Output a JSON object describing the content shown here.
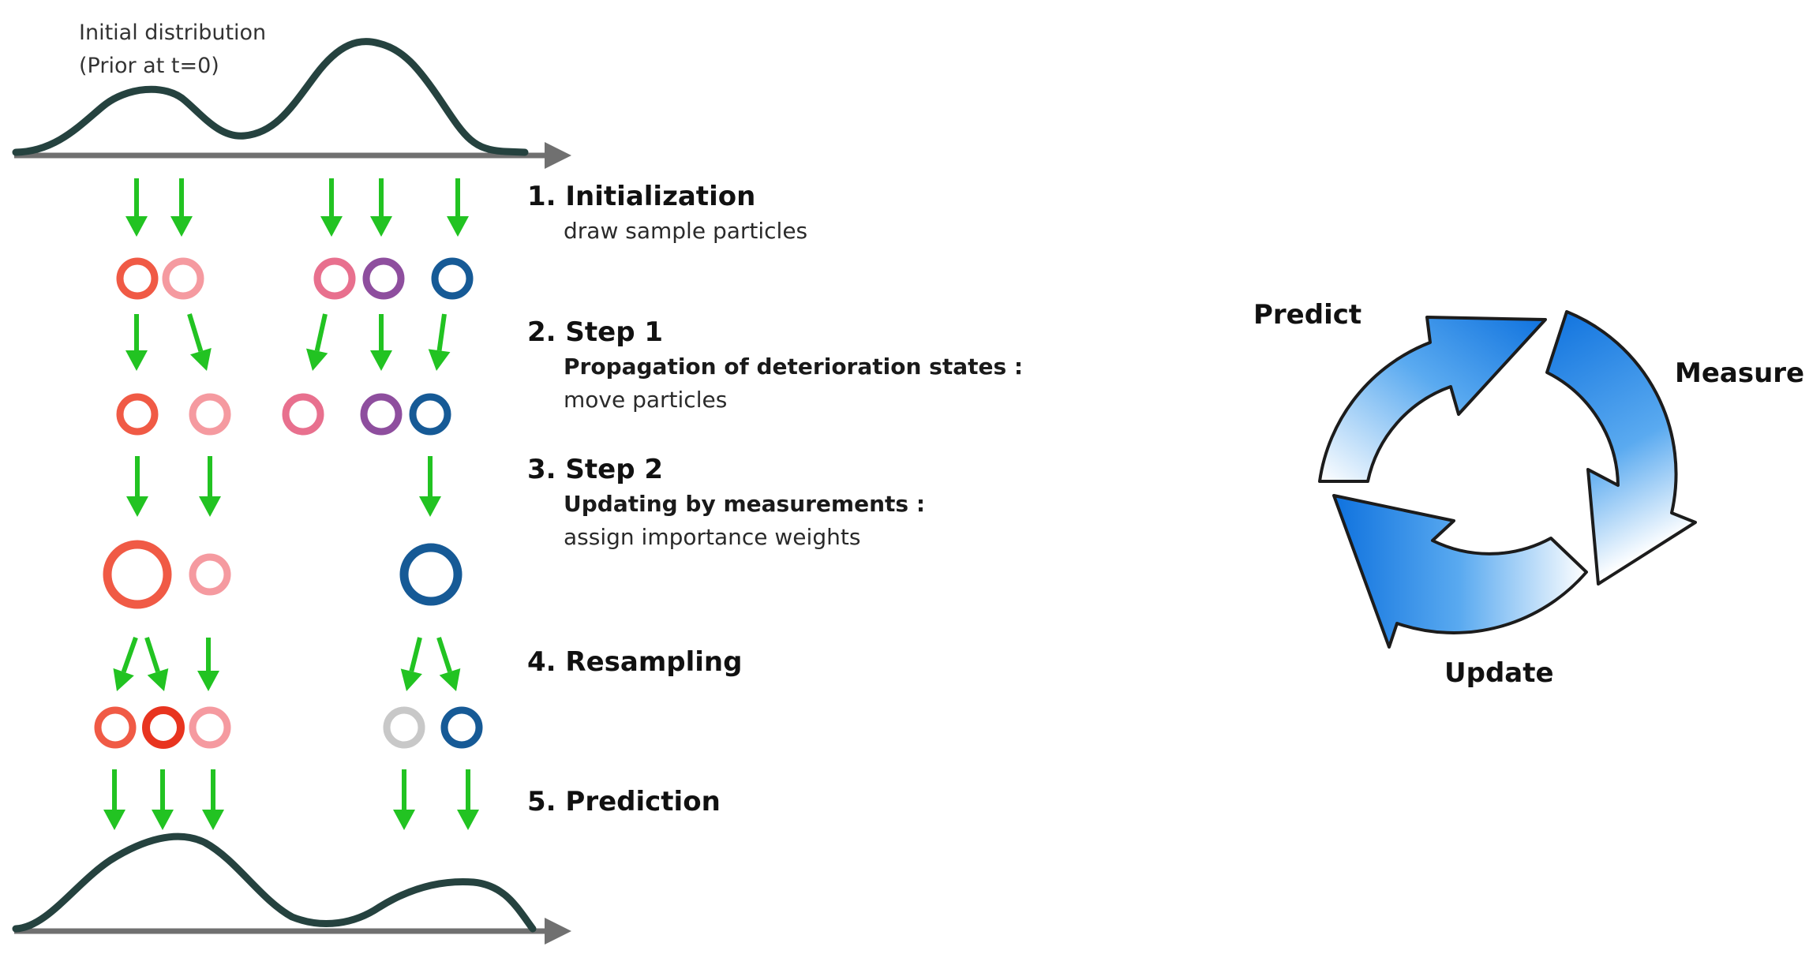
{
  "initial_label": {
    "line1": "Initial distribution",
    "line2": "(Prior at t=0)"
  },
  "steps": [
    {
      "title": "1.  Initialization",
      "subtitle": "draw sample particles",
      "subtitle_bold": ""
    },
    {
      "title": "2. Step 1",
      "subtitle_bold": "Propagation of deterioration states :",
      "subtitle": "move particles"
    },
    {
      "title": "3. Step 2",
      "subtitle_bold": "Updating by measurements :",
      "subtitle": "assign importance weights"
    },
    {
      "title": "4. Resampling",
      "subtitle_bold": "",
      "subtitle": ""
    },
    {
      "title": "5. Prediction",
      "subtitle_bold": "",
      "subtitle": ""
    }
  ],
  "cycle": {
    "predict": "Predict",
    "measure": "Measure",
    "update": "Update"
  },
  "colors": {
    "curve": "#25423f",
    "axis": "#707070",
    "arrow_green": "#22c322",
    "particle_red": "#f05a45",
    "particle_red_dark": "#e8341f",
    "particle_pink": "#f59aa0",
    "particle_rose": "#e8708e",
    "particle_purple": "#8e4e9e",
    "particle_blue": "#165a96",
    "particle_gray": "#c8c8c8",
    "cycle_blue_dark": "#1a7fe8",
    "cycle_blue_light": "#ffffff"
  },
  "icons": [
    "distribution-curve",
    "down-arrow-icon",
    "particle-circle",
    "cycle-arrow-icon"
  ]
}
